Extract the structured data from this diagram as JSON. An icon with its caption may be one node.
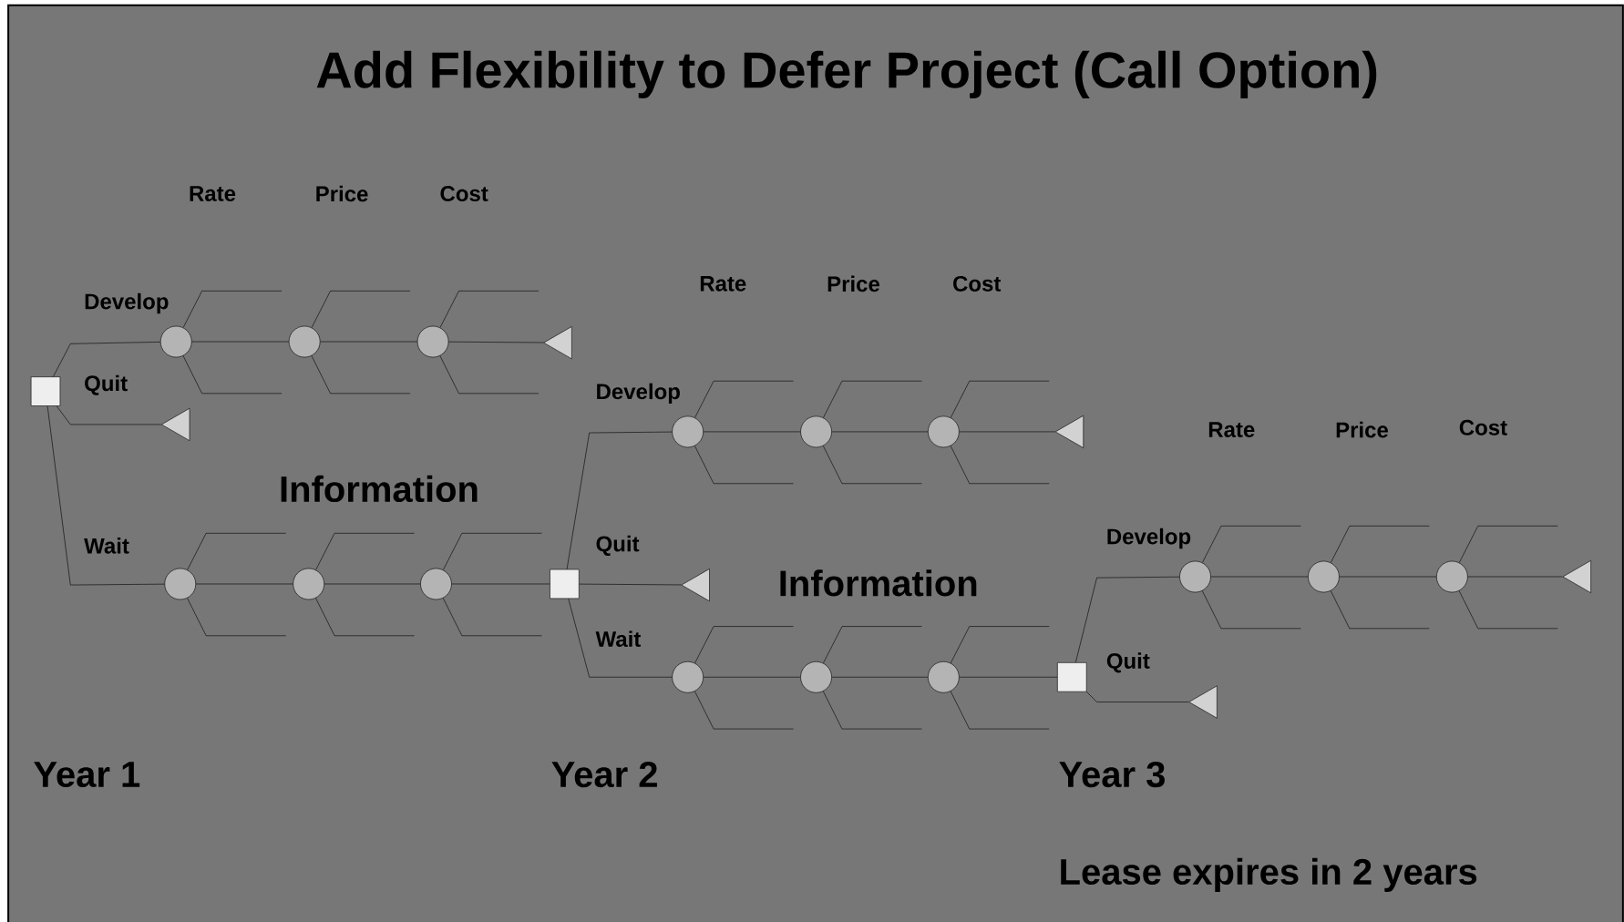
{
  "diagram": {
    "title": "Add Flexibility to Defer Project (Call Option)",
    "nodes": [
      {
        "text": [],
        "shape": "box"
      },
      {
        "text": [],
        "shape": "circle"
      },
      {
        "text": [],
        "shape": "circle"
      },
      {
        "text": [],
        "shape": "circle"
      },
      {
        "text": [],
        "shape": "triangle"
      },
      {
        "text": [],
        "shape": "triangle"
      },
      {
        "text": [],
        "shape": "circle"
      },
      {
        "text": [],
        "shape": "circle"
      },
      {
        "text": [],
        "shape": "circle"
      },
      {
        "text": [],
        "shape": "box"
      },
      {
        "text": [],
        "shape": "circle"
      },
      {
        "text": [],
        "shape": "circle"
      },
      {
        "text": [],
        "shape": "circle"
      },
      {
        "text": [],
        "shape": "triangle"
      },
      {
        "text": [],
        "shape": "triangle"
      },
      {
        "text": [],
        "shape": "circle"
      },
      {
        "text": [],
        "shape": "circle"
      },
      {
        "text": [],
        "shape": "circle"
      },
      {
        "text": [],
        "shape": "box"
      },
      {
        "text": [],
        "shape": "circle"
      },
      {
        "text": [],
        "shape": "circle"
      },
      {
        "text": [],
        "shape": "circle"
      },
      {
        "text": [],
        "shape": "triangle"
      },
      {
        "text": [],
        "shape": "triangle"
      }
    ],
    "edges": [
      {
        "from": 0,
        "to": 1,
        "arrow": "none",
        "label": "Develop"
      },
      {
        "from": 1,
        "to": 2,
        "arrow": "none"
      },
      {
        "from": 2,
        "to": 3,
        "arrow": "none"
      },
      {
        "from": 3,
        "to": 4,
        "arrow": "none"
      },
      {
        "from": 0,
        "to": 5,
        "arrow": "none",
        "label": "Quit"
      },
      {
        "from": 0,
        "to": 6,
        "arrow": "none",
        "label": "Wait"
      },
      {
        "from": 6,
        "to": 7,
        "arrow": "none"
      },
      {
        "from": 7,
        "to": 8,
        "arrow": "none"
      },
      {
        "from": 8,
        "to": 9,
        "arrow": "none"
      },
      {
        "from": 9,
        "to": 10,
        "arrow": "none",
        "label": "Develop"
      },
      {
        "from": 10,
        "to": 11,
        "arrow": "none"
      },
      {
        "from": 11,
        "to": 12,
        "arrow": "none"
      },
      {
        "from": 12,
        "to": 13,
        "arrow": "none"
      },
      {
        "from": 9,
        "to": 14,
        "arrow": "none",
        "label": "Quit"
      },
      {
        "from": 9,
        "to": 15,
        "arrow": "none",
        "label": "Wait"
      },
      {
        "from": 15,
        "to": 16,
        "arrow": "none"
      },
      {
        "from": 16,
        "to": 17,
        "arrow": "none"
      },
      {
        "from": 17,
        "to": 18,
        "arrow": "none"
      },
      {
        "from": 18,
        "to": 19,
        "arrow": "none",
        "label": "Develop"
      },
      {
        "from": 19,
        "to": 20,
        "arrow": "none"
      },
      {
        "from": 20,
        "to": 21,
        "arrow": "none"
      },
      {
        "from": 21,
        "to": 22,
        "arrow": "none"
      },
      {
        "from": 18,
        "to": 23,
        "arrow": "none",
        "label": "Quit"
      },
      {
        "from": 1,
        "to": null,
        "arrow": "none"
      },
      {
        "from": 1,
        "to": null,
        "arrow": "none"
      },
      {
        "from": 2,
        "to": null,
        "arrow": "none"
      },
      {
        "from": 2,
        "to": null,
        "arrow": "none"
      },
      {
        "from": 3,
        "to": null,
        "arrow": "none"
      },
      {
        "from": 3,
        "to": null,
        "arrow": "none"
      },
      {
        "from": 6,
        "to": null,
        "arrow": "none"
      },
      {
        "from": 6,
        "to": null,
        "arrow": "none"
      },
      {
        "from": 7,
        "to": null,
        "arrow": "none"
      },
      {
        "from": 7,
        "to": null,
        "arrow": "none"
      },
      {
        "from": 8,
        "to": null,
        "arrow": "none"
      },
      {
        "from": 8,
        "to": null,
        "arrow": "none"
      },
      {
        "from": 10,
        "to": null,
        "arrow": "none"
      },
      {
        "from": 10,
        "to": null,
        "arrow": "none"
      },
      {
        "from": 11,
        "to": null,
        "arrow": "none"
      },
      {
        "from": 11,
        "to": null,
        "arrow": "none"
      },
      {
        "from": 12,
        "to": null,
        "arrow": "none"
      },
      {
        "from": 12,
        "to": null,
        "arrow": "none"
      },
      {
        "from": 15,
        "to": null,
        "arrow": "none"
      },
      {
        "from": 15,
        "to": null,
        "arrow": "none"
      },
      {
        "from": 16,
        "to": null,
        "arrow": "none"
      },
      {
        "from": 16,
        "to": null,
        "arrow": "none"
      },
      {
        "from": 17,
        "to": null,
        "arrow": "none"
      },
      {
        "from": 17,
        "to": null,
        "arrow": "none"
      },
      {
        "from": 19,
        "to": null,
        "arrow": "none"
      },
      {
        "from": 19,
        "to": null,
        "arrow": "none"
      },
      {
        "from": 20,
        "to": null,
        "arrow": "none"
      },
      {
        "from": 20,
        "to": null,
        "arrow": "none"
      },
      {
        "from": 21,
        "to": null,
        "arrow": "none"
      },
      {
        "from": 21,
        "to": null,
        "arrow": "none"
      }
    ],
    "labels": [
      "Rate",
      "Price",
      "Cost",
      "Rate",
      "Price",
      "Cost",
      "Information",
      "Information",
      "Rate",
      "Price",
      "Cost",
      "Year 1",
      "Year 2",
      "Year 3",
      "Lease expires in 2 years"
    ]
  }
}
